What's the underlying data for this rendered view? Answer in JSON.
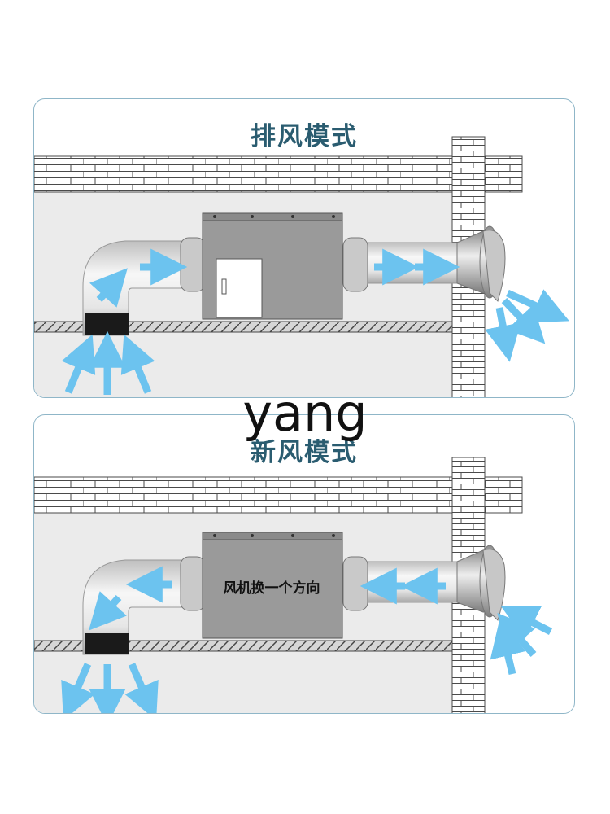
{
  "panels": {
    "exhaust": {
      "title": "排风模式",
      "airflow": "exhaust"
    },
    "fresh": {
      "title": "新风模式",
      "airflow": "intake",
      "unit_note": "风机换一个方向"
    }
  },
  "watermark": "yang",
  "colors": {
    "border": "#8fb6c8",
    "title": "#2a5c70",
    "arrow": "#6cc3ef",
    "wall_bg": "#ebebeb",
    "fan_box": "#9a9a9a",
    "duct": "#e0e0e0",
    "hood": "#b8b8b8"
  },
  "icons": [
    "brick-wall-icon",
    "fan-box-icon",
    "duct-icon",
    "wall-hood-icon",
    "airflow-arrow-icon"
  ]
}
